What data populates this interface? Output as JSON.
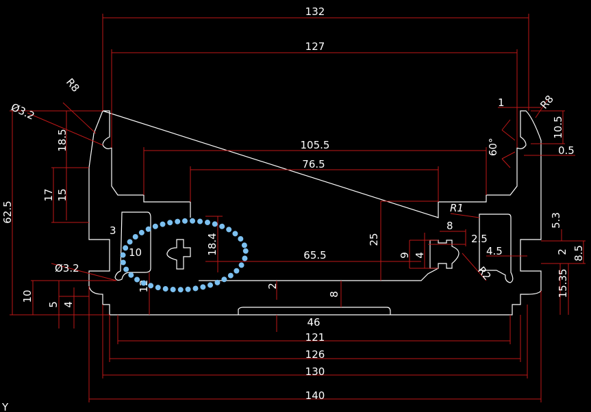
{
  "drawing": {
    "horizontal_dims": {
      "d132": "132",
      "d127": "127",
      "d105_5": "105.5",
      "d76_5": "76.5",
      "d65_5": "65.5",
      "d46": "46",
      "d121": "121",
      "d126": "126",
      "d130": "130",
      "d140": "140",
      "d3": "3",
      "d10": "10",
      "d8": "8",
      "d2_5": "2.5",
      "d4_5": "4.5",
      "d1": "1",
      "d0_5": "0.5"
    },
    "vertical_dims": {
      "d18_5": "18.5",
      "d17": "17",
      "d15": "15",
      "d62_5": "62.5",
      "d18_4": "18.4",
      "d12": "12",
      "d10": "10",
      "d5": "5",
      "d4": "4",
      "d2": "2",
      "d8": "8",
      "d25": "25",
      "d9": "9",
      "d4b": "4",
      "d5_3": "5.3",
      "d2b": "2",
      "d8_5": "8.5",
      "d15_35": "15.35",
      "d10_5": "10.5"
    },
    "radii": {
      "r8_left": "R8",
      "r8_right": "R8",
      "dia_top": "Ø3.2",
      "dia_bottom": "Ø3.2",
      "r1": "R1",
      "r2": "R2"
    },
    "angle": "60°",
    "axis_label": "Y",
    "colors": {
      "background": "#000000",
      "profile": "#ffffff",
      "dimension": "#c01818",
      "selection": "#7cc0f0"
    }
  }
}
